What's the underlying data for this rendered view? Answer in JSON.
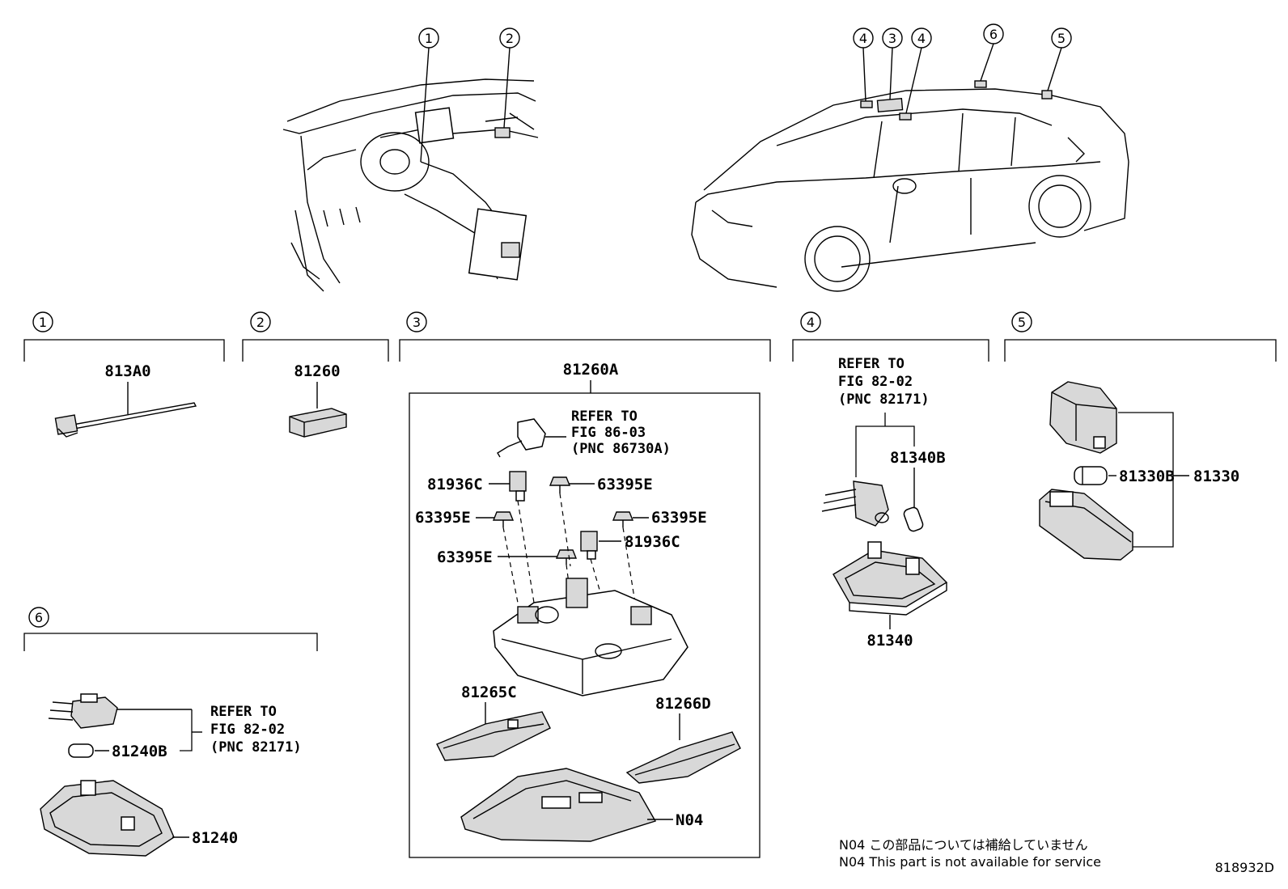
{
  "callouts": {
    "c1": "1",
    "c2": "2",
    "c3": "3",
    "c4": "4",
    "c5": "5",
    "c6": "6"
  },
  "parts": {
    "p_813A0": "813A0",
    "p_81260": "81260",
    "p_81260A": "81260A",
    "p_81936C_a": "81936C",
    "p_81936C_b": "81936C",
    "p_63395E_a": "63395E",
    "p_63395E_b": "63395E",
    "p_63395E_c": "63395E",
    "p_63395E_d": "63395E",
    "p_81265C": "81265C",
    "p_81266D": "81266D",
    "p_N04": "N04",
    "p_81340B": "81340B",
    "p_81340": "81340",
    "p_81330B": "81330B",
    "p_81330": "81330",
    "p_81240B": "81240B",
    "p_81240": "81240"
  },
  "references": {
    "ref3": {
      "l1": "REFER TO",
      "l2": "FIG 86-03",
      "l3": "(PNC 86730A)"
    },
    "ref4": {
      "l1": "REFER TO",
      "l2": "FIG 82-02",
      "l3": "(PNC 82171)"
    },
    "ref6": {
      "l1": "REFER TO",
      "l2": "FIG 82-02",
      "l3": "(PNC 82171)"
    }
  },
  "notes": {
    "jp": "N04 この部品については補給していません",
    "en": "N04 This part is not available for service"
  },
  "figure_id": "818932D"
}
